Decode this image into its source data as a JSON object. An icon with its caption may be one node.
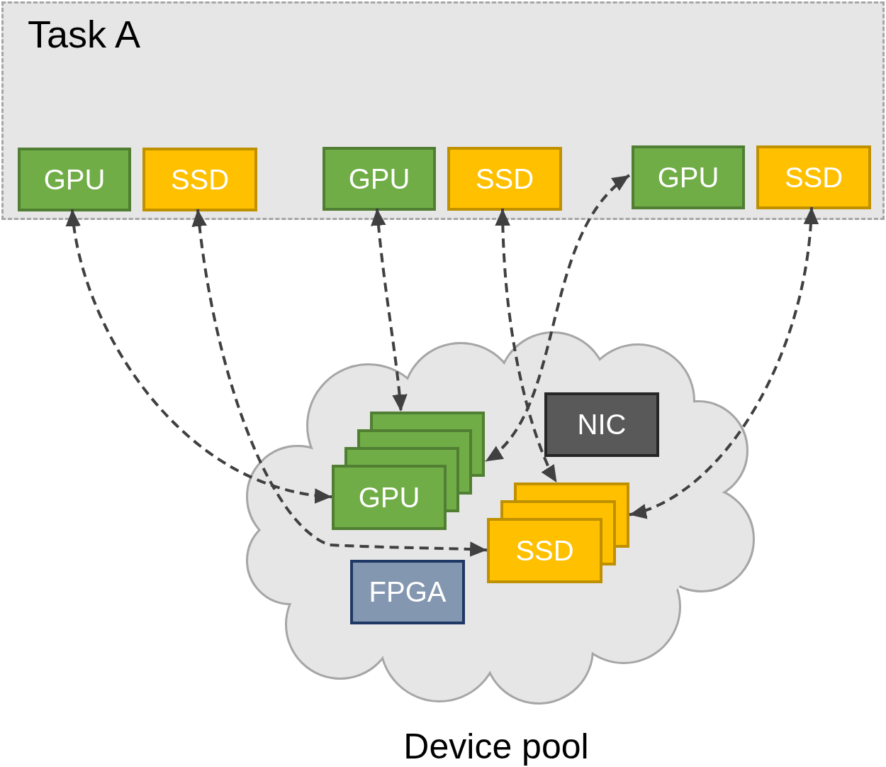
{
  "diagram": {
    "nodes": [
      {
        "text": [
          "Task A"
        ]
      },
      {
        "text": [
          "GPU"
        ],
        "in": 0
      },
      {
        "text": [
          "SSD"
        ],
        "in": 0
      },
      {
        "text": [
          "GPU"
        ],
        "in": 0
      },
      {
        "text": [
          "SSD"
        ],
        "in": 0
      },
      {
        "text": [
          "GPU"
        ],
        "in": 0
      },
      {
        "text": [
          "SSD"
        ],
        "in": 0
      },
      {
        "text": [
          "Device pool"
        ]
      },
      {
        "text": [
          "GPU"
        ],
        "in": 7
      },
      {
        "text": [
          "SSD"
        ],
        "in": 7
      },
      {
        "text": [
          "NIC"
        ],
        "in": 7
      },
      {
        "text": [
          "FPGA"
        ],
        "in": 7
      }
    ],
    "edges": [
      {
        "from": 1,
        "to": 8,
        "arrow": "both",
        "style": "dashed"
      },
      {
        "from": 2,
        "to": 9,
        "arrow": "both",
        "style": "dashed"
      },
      {
        "from": 3,
        "to": 8,
        "arrow": "both",
        "style": "dashed"
      },
      {
        "from": 4,
        "to": 9,
        "arrow": "both",
        "style": "dashed"
      },
      {
        "from": 5,
        "to": 8,
        "arrow": "both",
        "style": "dashed"
      },
      {
        "from": 6,
        "to": 9,
        "arrow": "both",
        "style": "dashed"
      }
    ]
  }
}
